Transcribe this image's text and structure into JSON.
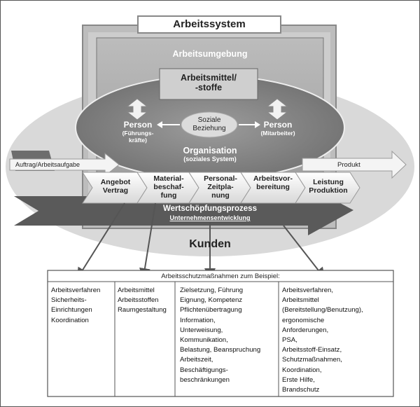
{
  "title": "Arbeitssystem",
  "umgebung": "Arbeitsumgebung",
  "mittel": [
    "Arbeitsmittel/",
    "-stoffe"
  ],
  "person_left": {
    "title": "Person",
    "sub": [
      "(Führungs-",
      "kräfte)"
    ]
  },
  "person_right": {
    "title": "Person",
    "sub": [
      "(Mitarbeiter)"
    ]
  },
  "soziale": [
    "Soziale",
    "Beziehung"
  ],
  "organisation": {
    "title": "Organisation",
    "sub": "(soziales System)"
  },
  "input_label": "Auftrag/Arbeitsaufgabe",
  "output_label": "Produkt",
  "process_steps": [
    [
      "Angebot",
      "Vertrag"
    ],
    [
      "Material-",
      "beschaf-",
      "fung"
    ],
    [
      "Personal-",
      "Zeitpla-",
      "nung"
    ],
    [
      "Arbeitsvor-",
      "bereitung"
    ],
    [
      "Leistung",
      "Produktion"
    ]
  ],
  "wertschoepfung": "Wertschöpfungsprozess",
  "unternehmen": "Unternehmensentwicklung",
  "kunden": "Kunden",
  "measures_title": "Arbeitsschutzmaßnahmen zum Beispiel:",
  "columns": [
    [
      "Arbeitsverfahren",
      "Sicherheits-",
      "Einrichtungen",
      "Koordination"
    ],
    [
      "Arbeitsmittel",
      "Arbeitsstoffen",
      "Raumgestaltung"
    ],
    [
      "Zielsetzung, Führung",
      "Eignung, Kompetenz",
      "Pflichtenübertragung",
      "Information,",
      "Unterweisung,",
      "Kommunikation,",
      "Belastung, Beanspruchung",
      "Arbeitszeit,",
      "Beschäftigungs-",
      "beschränkungen"
    ],
    [
      "Arbeitsverfahren,",
      "Arbeitsmittel",
      "(Bereitstellung/Benutzung),",
      "ergonomische",
      "Anforderungen,",
      "PSA,",
      "Arbeitsstoff-Einsatz,",
      "Schutzmaßnahmen,",
      "Koordination,",
      "Erste Hilfe,",
      "Brandschutz"
    ]
  ],
  "colors": {
    "outer_gray": "#c8c8c8",
    "box_dark": "#8c8c8c",
    "ellipse": "#7a7a7a",
    "band": "#5f5f5f",
    "arrow_light": "#f4f4f4"
  }
}
